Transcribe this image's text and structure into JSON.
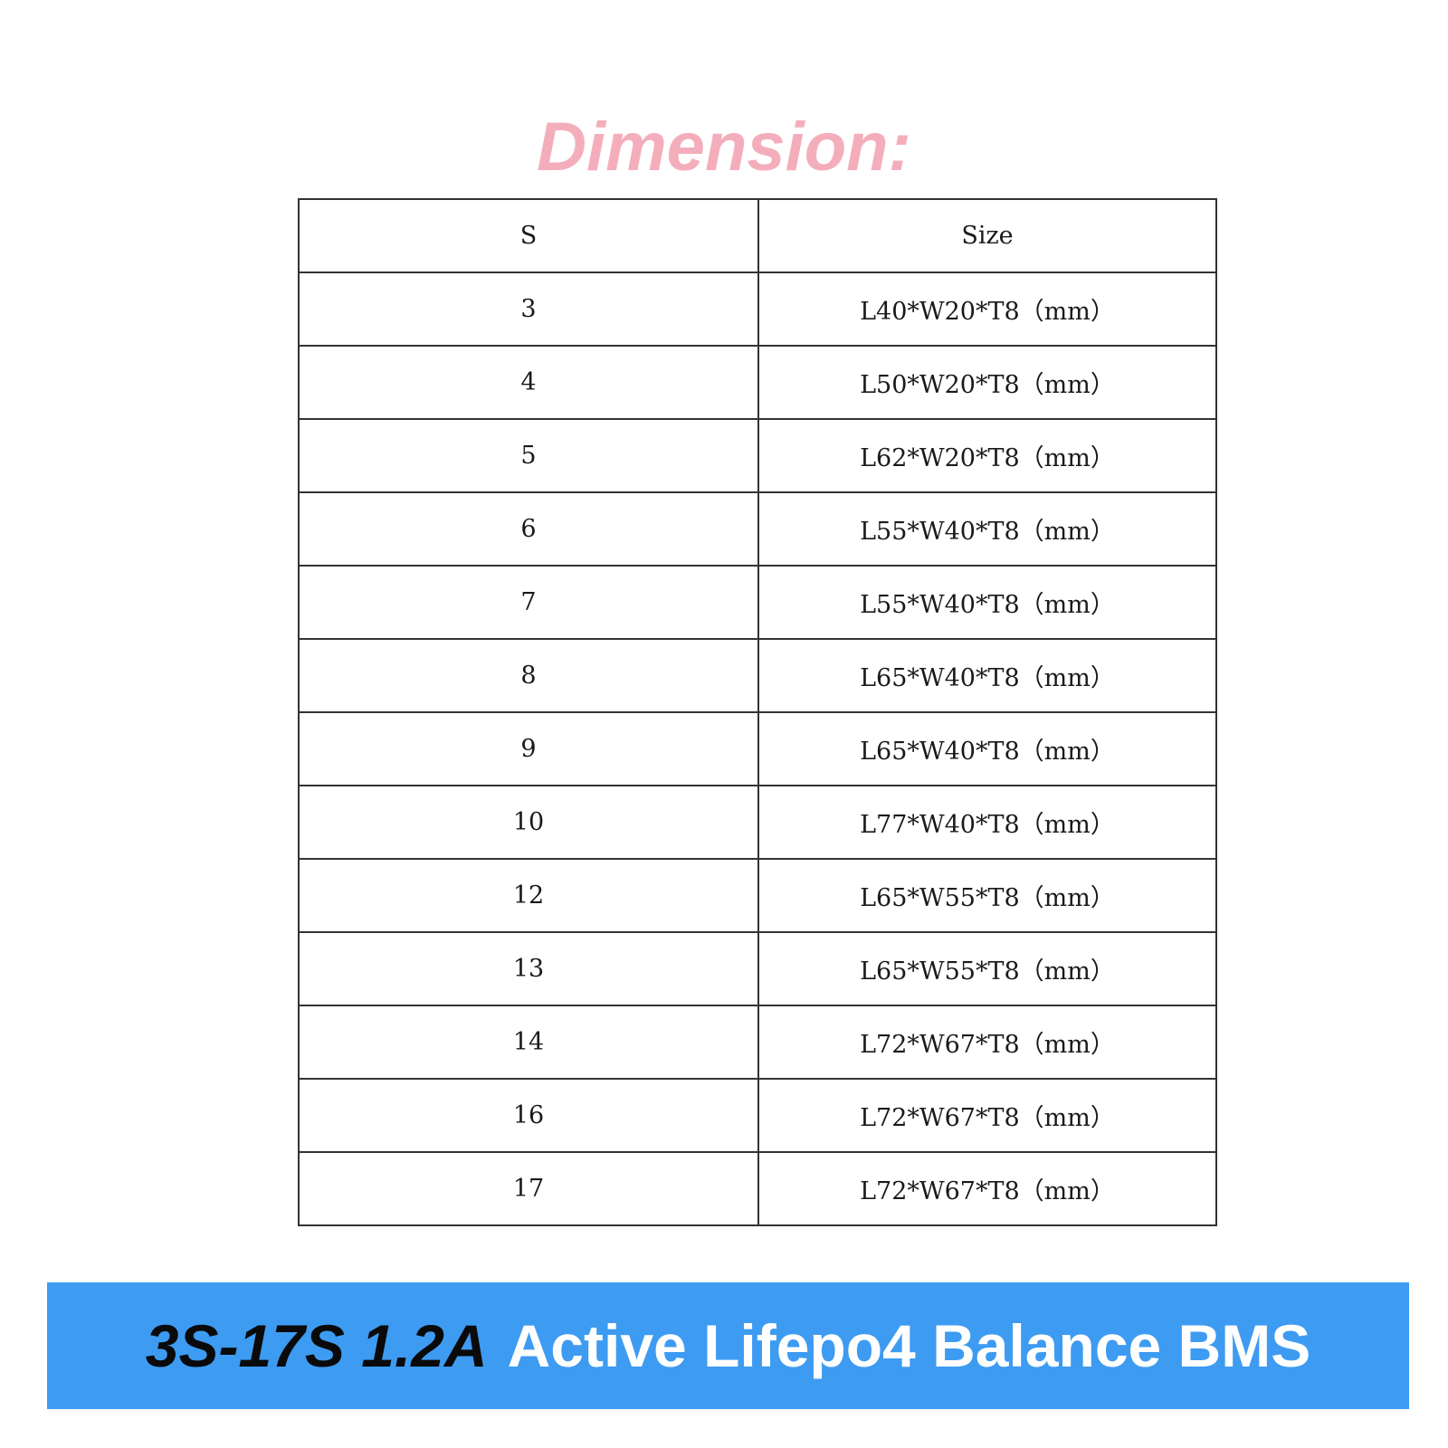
{
  "title": "Dimension:",
  "table": {
    "headers": [
      "S",
      "Size"
    ],
    "rows": [
      [
        "3",
        "L40*W20*T8（mm）"
      ],
      [
        "4",
        "L50*W20*T8（mm）"
      ],
      [
        "5",
        "L62*W20*T8（mm）"
      ],
      [
        "6",
        "L55*W40*T8（mm）"
      ],
      [
        "7",
        "L55*W40*T8（mm）"
      ],
      [
        "8",
        "L65*W40*T8（mm）"
      ],
      [
        "9",
        "L65*W40*T8（mm）"
      ],
      [
        "10",
        "L77*W40*T8（mm）"
      ],
      [
        "12",
        "L65*W55*T8（mm）"
      ],
      [
        "13",
        "L65*W55*T8（mm）"
      ],
      [
        "14",
        "L72*W67*T8（mm）"
      ],
      [
        "16",
        "L72*W67*T8（mm）"
      ],
      [
        "17",
        "L72*W67*T8（mm）"
      ]
    ]
  },
  "banner": {
    "dark_text": "3S-17S 1.2A",
    "light_text": "Active Lifepo4 Balance BMS"
  },
  "colors": {
    "title": "#f4aebb",
    "banner_bg": "#3d9bf2"
  }
}
